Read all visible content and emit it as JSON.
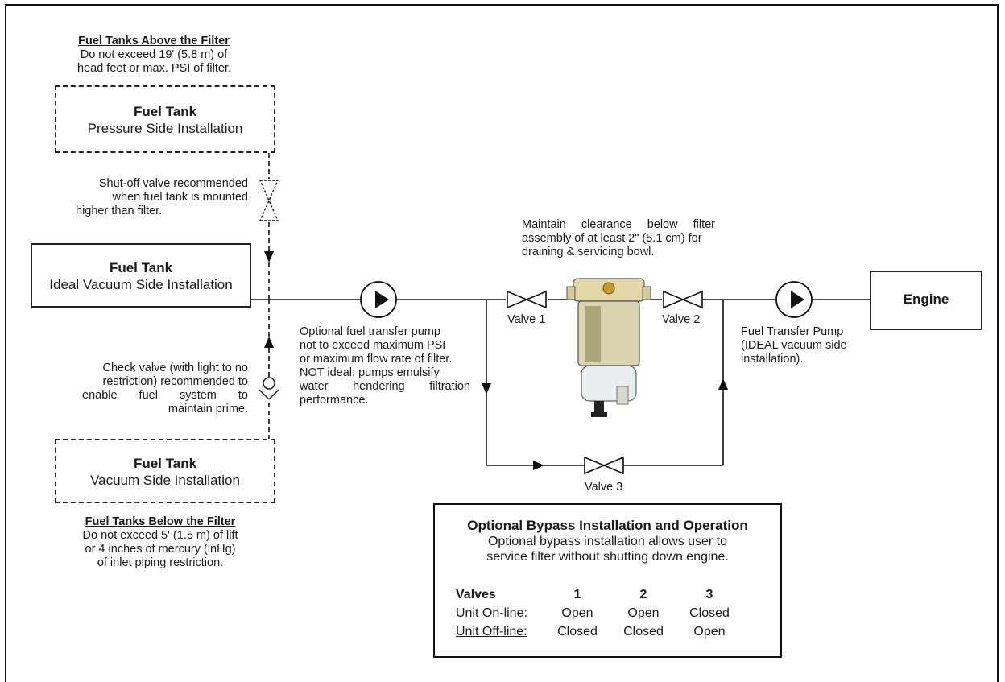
{
  "top_note": {
    "title": "Fuel Tanks Above the Filter",
    "line1": "Do not exceed 19' (5.8 m) of",
    "line2": "head feet or max. PSI of filter."
  },
  "tank_pressure": {
    "title": "Fuel Tank",
    "subtitle": "Pressure Side Installation"
  },
  "shutoff_note": {
    "line1": "Shut-off valve recommended",
    "line2": "when fuel tank is mounted",
    "line3": "higher than filter."
  },
  "tank_ideal": {
    "title": "Fuel Tank",
    "subtitle": "Ideal Vacuum Side Installation"
  },
  "check_note": {
    "line1": "Check valve (with light to no",
    "line2": "restriction) recommended to",
    "line3": "enable fuel system to",
    "line4": "maintain prime."
  },
  "tank_vacuum": {
    "title": "Fuel Tank",
    "subtitle": "Vacuum Side Installation"
  },
  "bottom_note": {
    "title": "Fuel Tanks Below the Filter",
    "line1": "Do not exceed 5' (1.5 m) of lift",
    "line2": "or 4 inches of mercury (inHg)",
    "line3": "of inlet piping restriction."
  },
  "pump_note": {
    "line1": "Optional fuel transfer pump",
    "line2": "not to exceed maximum PSI",
    "line3": "or maximum flow rate of filter.",
    "line4": "NOT ideal: pumps emulsify",
    "line5": "water hendering filtration",
    "line6": "performance."
  },
  "clearance_note": {
    "line1": "Maintain clearance below filter",
    "line2": "assembly of at least 2\" (5.1 cm) for",
    "line3": "draining & servicing bowl."
  },
  "valves": {
    "v1": "Valve 1",
    "v2": "Valve 2",
    "v3": "Valve 3"
  },
  "transfer_pump_note": {
    "line1": "Fuel Transfer Pump",
    "line2": "(IDEAL vacuum side",
    "line3": "installation)."
  },
  "engine": {
    "label": "Engine"
  },
  "bypass": {
    "title": "Optional Bypass Installation and Operation",
    "desc1": "Optional bypass installation allows user to",
    "desc2": "service filter without shutting down engine.",
    "header": {
      "label": "Valves",
      "c1": "1",
      "c2": "2",
      "c3": "3"
    },
    "online": {
      "label": "Unit On-line:",
      "c1": "Open",
      "c2": "Open",
      "c3": "Closed"
    },
    "offline": {
      "label": "Unit Off-line:",
      "c1": "Closed",
      "c2": "Closed",
      "c3": "Open"
    }
  },
  "colors": {
    "line": "#111111",
    "filter_body": "#d9d3b0",
    "filter_cap": "#e3d9a8",
    "filter_bowl": "#e8eef0"
  }
}
